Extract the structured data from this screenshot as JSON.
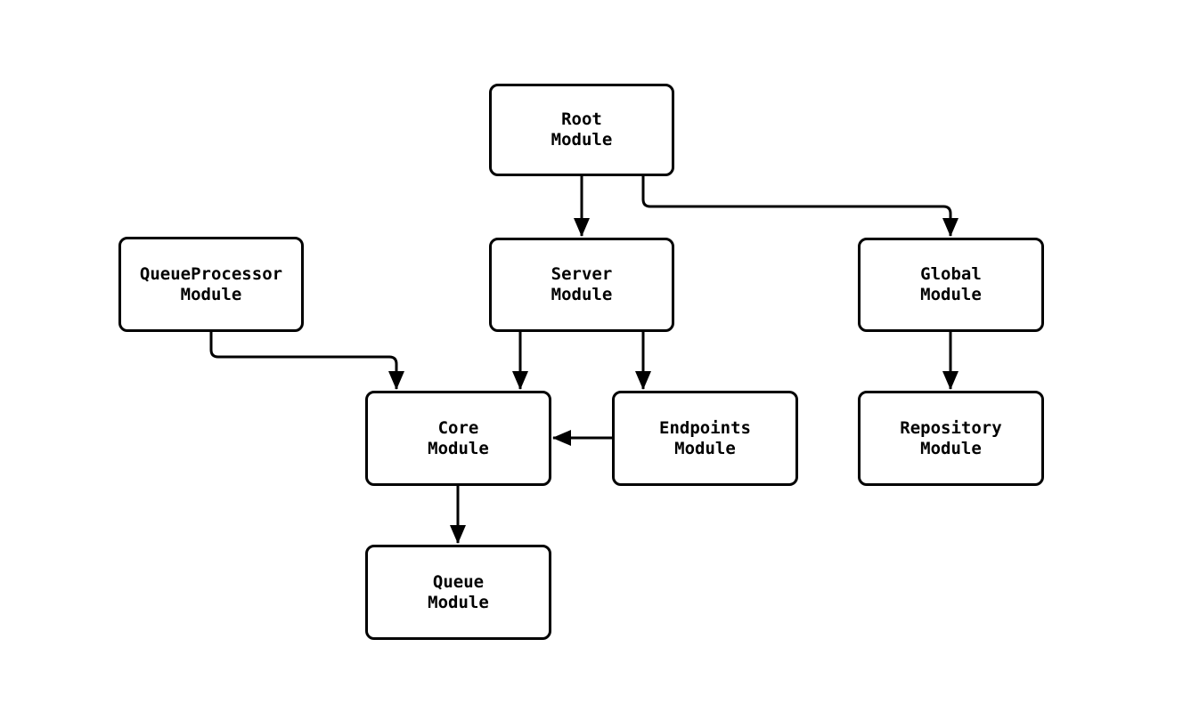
{
  "diagram": {
    "background_color": "#ffffff",
    "stroke_color": "#000000",
    "nodes": {
      "root": {
        "line1": "Root",
        "line2": "Module"
      },
      "queueprocessor": {
        "line1": "QueueProcessor",
        "line2": "Module"
      },
      "server": {
        "line1": "Server",
        "line2": "Module"
      },
      "global": {
        "line1": "Global",
        "line2": "Module"
      },
      "core": {
        "line1": "Core",
        "line2": "Module"
      },
      "endpoints": {
        "line1": "Endpoints",
        "line2": "Module"
      },
      "repository": {
        "line1": "Repository",
        "line2": "Module"
      },
      "queue": {
        "line1": "Queue",
        "line2": "Module"
      }
    },
    "edges": [
      {
        "from": "Root Module",
        "to": "Server Module"
      },
      {
        "from": "Root Module",
        "to": "Global Module"
      },
      {
        "from": "QueueProcessor Module",
        "to": "Core Module"
      },
      {
        "from": "Server Module",
        "to": "Core Module"
      },
      {
        "from": "Server Module",
        "to": "Endpoints Module"
      },
      {
        "from": "Endpoints Module",
        "to": "Core Module"
      },
      {
        "from": "Global Module",
        "to": "Repository Module"
      },
      {
        "from": "Core Module",
        "to": "Queue Module"
      }
    ]
  }
}
